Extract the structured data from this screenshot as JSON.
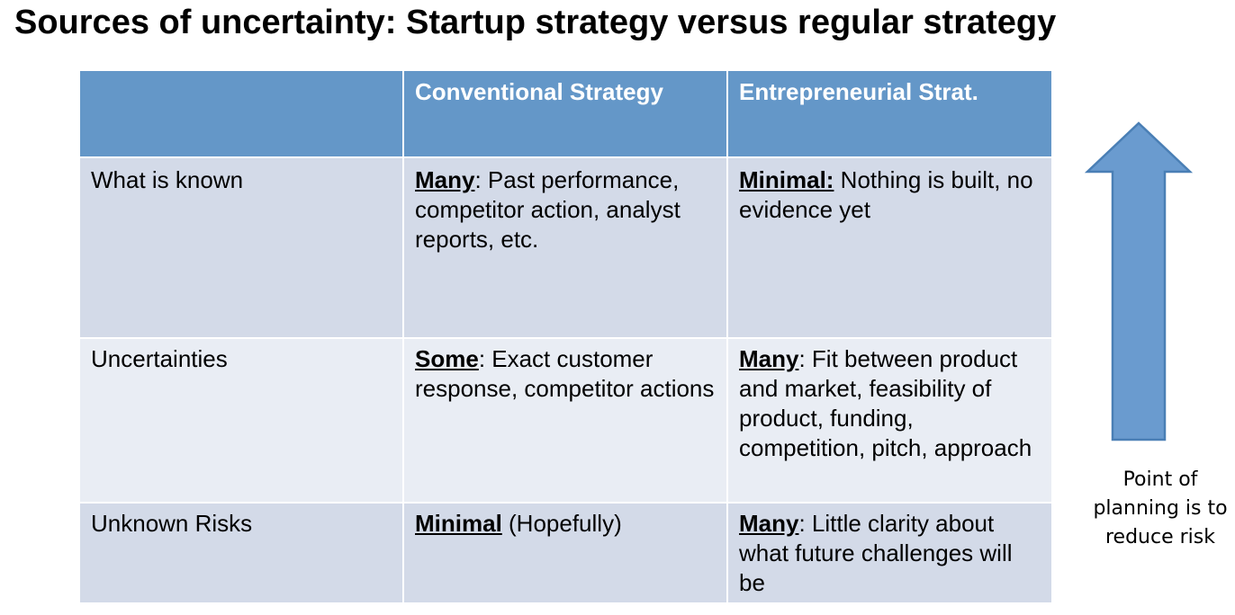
{
  "slide": {
    "title": "Sources of uncertainty: Startup strategy versus regular strategy",
    "note": "Point of planning is to reduce risk",
    "arrow_icon": "up-arrow",
    "colors": {
      "header_bg": "#6497c8",
      "row_dark": "#d3dae8",
      "row_light": "#e9edf4",
      "arrow_fill": "#6a9bcf",
      "arrow_stroke": "#4a7fb5"
    }
  },
  "table": {
    "headers": [
      "",
      "Conventional Strategy",
      "Entrepreneurial Strat."
    ],
    "rows": [
      {
        "label": "What is known",
        "conventional": {
          "keyword": "Many",
          "rest": ": Past performance, competitor action, analyst reports, etc."
        },
        "entrepreneurial": {
          "keyword": "Minimal:",
          "rest": " Nothing is built, no evidence yet"
        }
      },
      {
        "label": "Uncertainties",
        "conventional": {
          "keyword": "Some",
          "rest": ": Exact customer response, competitor actions"
        },
        "entrepreneurial": {
          "keyword": "Many",
          "rest": ": Fit between product and market, feasibility of product, funding, competition, pitch, approach"
        }
      },
      {
        "label": "Unknown Risks",
        "conventional": {
          "keyword": "Minimal",
          "rest": " (Hopefully)"
        },
        "entrepreneurial": {
          "keyword": "Many",
          "rest": ": Little clarity about what future challenges will be"
        }
      }
    ]
  }
}
